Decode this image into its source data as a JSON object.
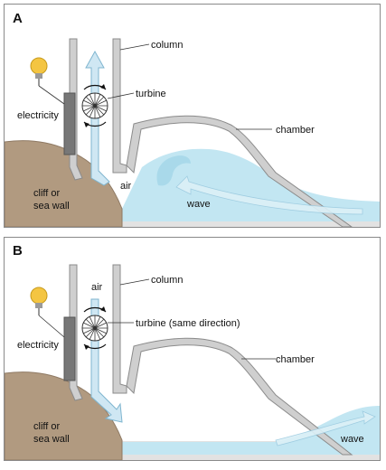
{
  "colors": {
    "cliff": "#b19a80",
    "cliff_edge": "#8f7a64",
    "water": "#c2e6f2",
    "water_dark": "#a9d9ea",
    "seabed": "#e2e2e2",
    "metal": "#cfcfcf",
    "metal_edge": "#8b8b8b",
    "air_arrow": "#cfe7f3",
    "air_arrow_edge": "#7fb5cf",
    "bulb": "#f4c542",
    "generator": "#777777"
  },
  "panel_a": {
    "label": "A",
    "labels": {
      "column": "column",
      "turbine": "turbine",
      "electricity": "electricity",
      "chamber": "chamber",
      "air": "air",
      "wave": "wave",
      "cliff_line1": "cliff or",
      "cliff_line2": "sea wall"
    }
  },
  "panel_b": {
    "label": "B",
    "labels": {
      "column": "column",
      "air": "air",
      "turbine": "turbine (same direction)",
      "electricity": "electricity",
      "chamber": "chamber",
      "wave": "wave",
      "cliff_line1": "cliff or",
      "cliff_line2": "sea wall"
    }
  }
}
